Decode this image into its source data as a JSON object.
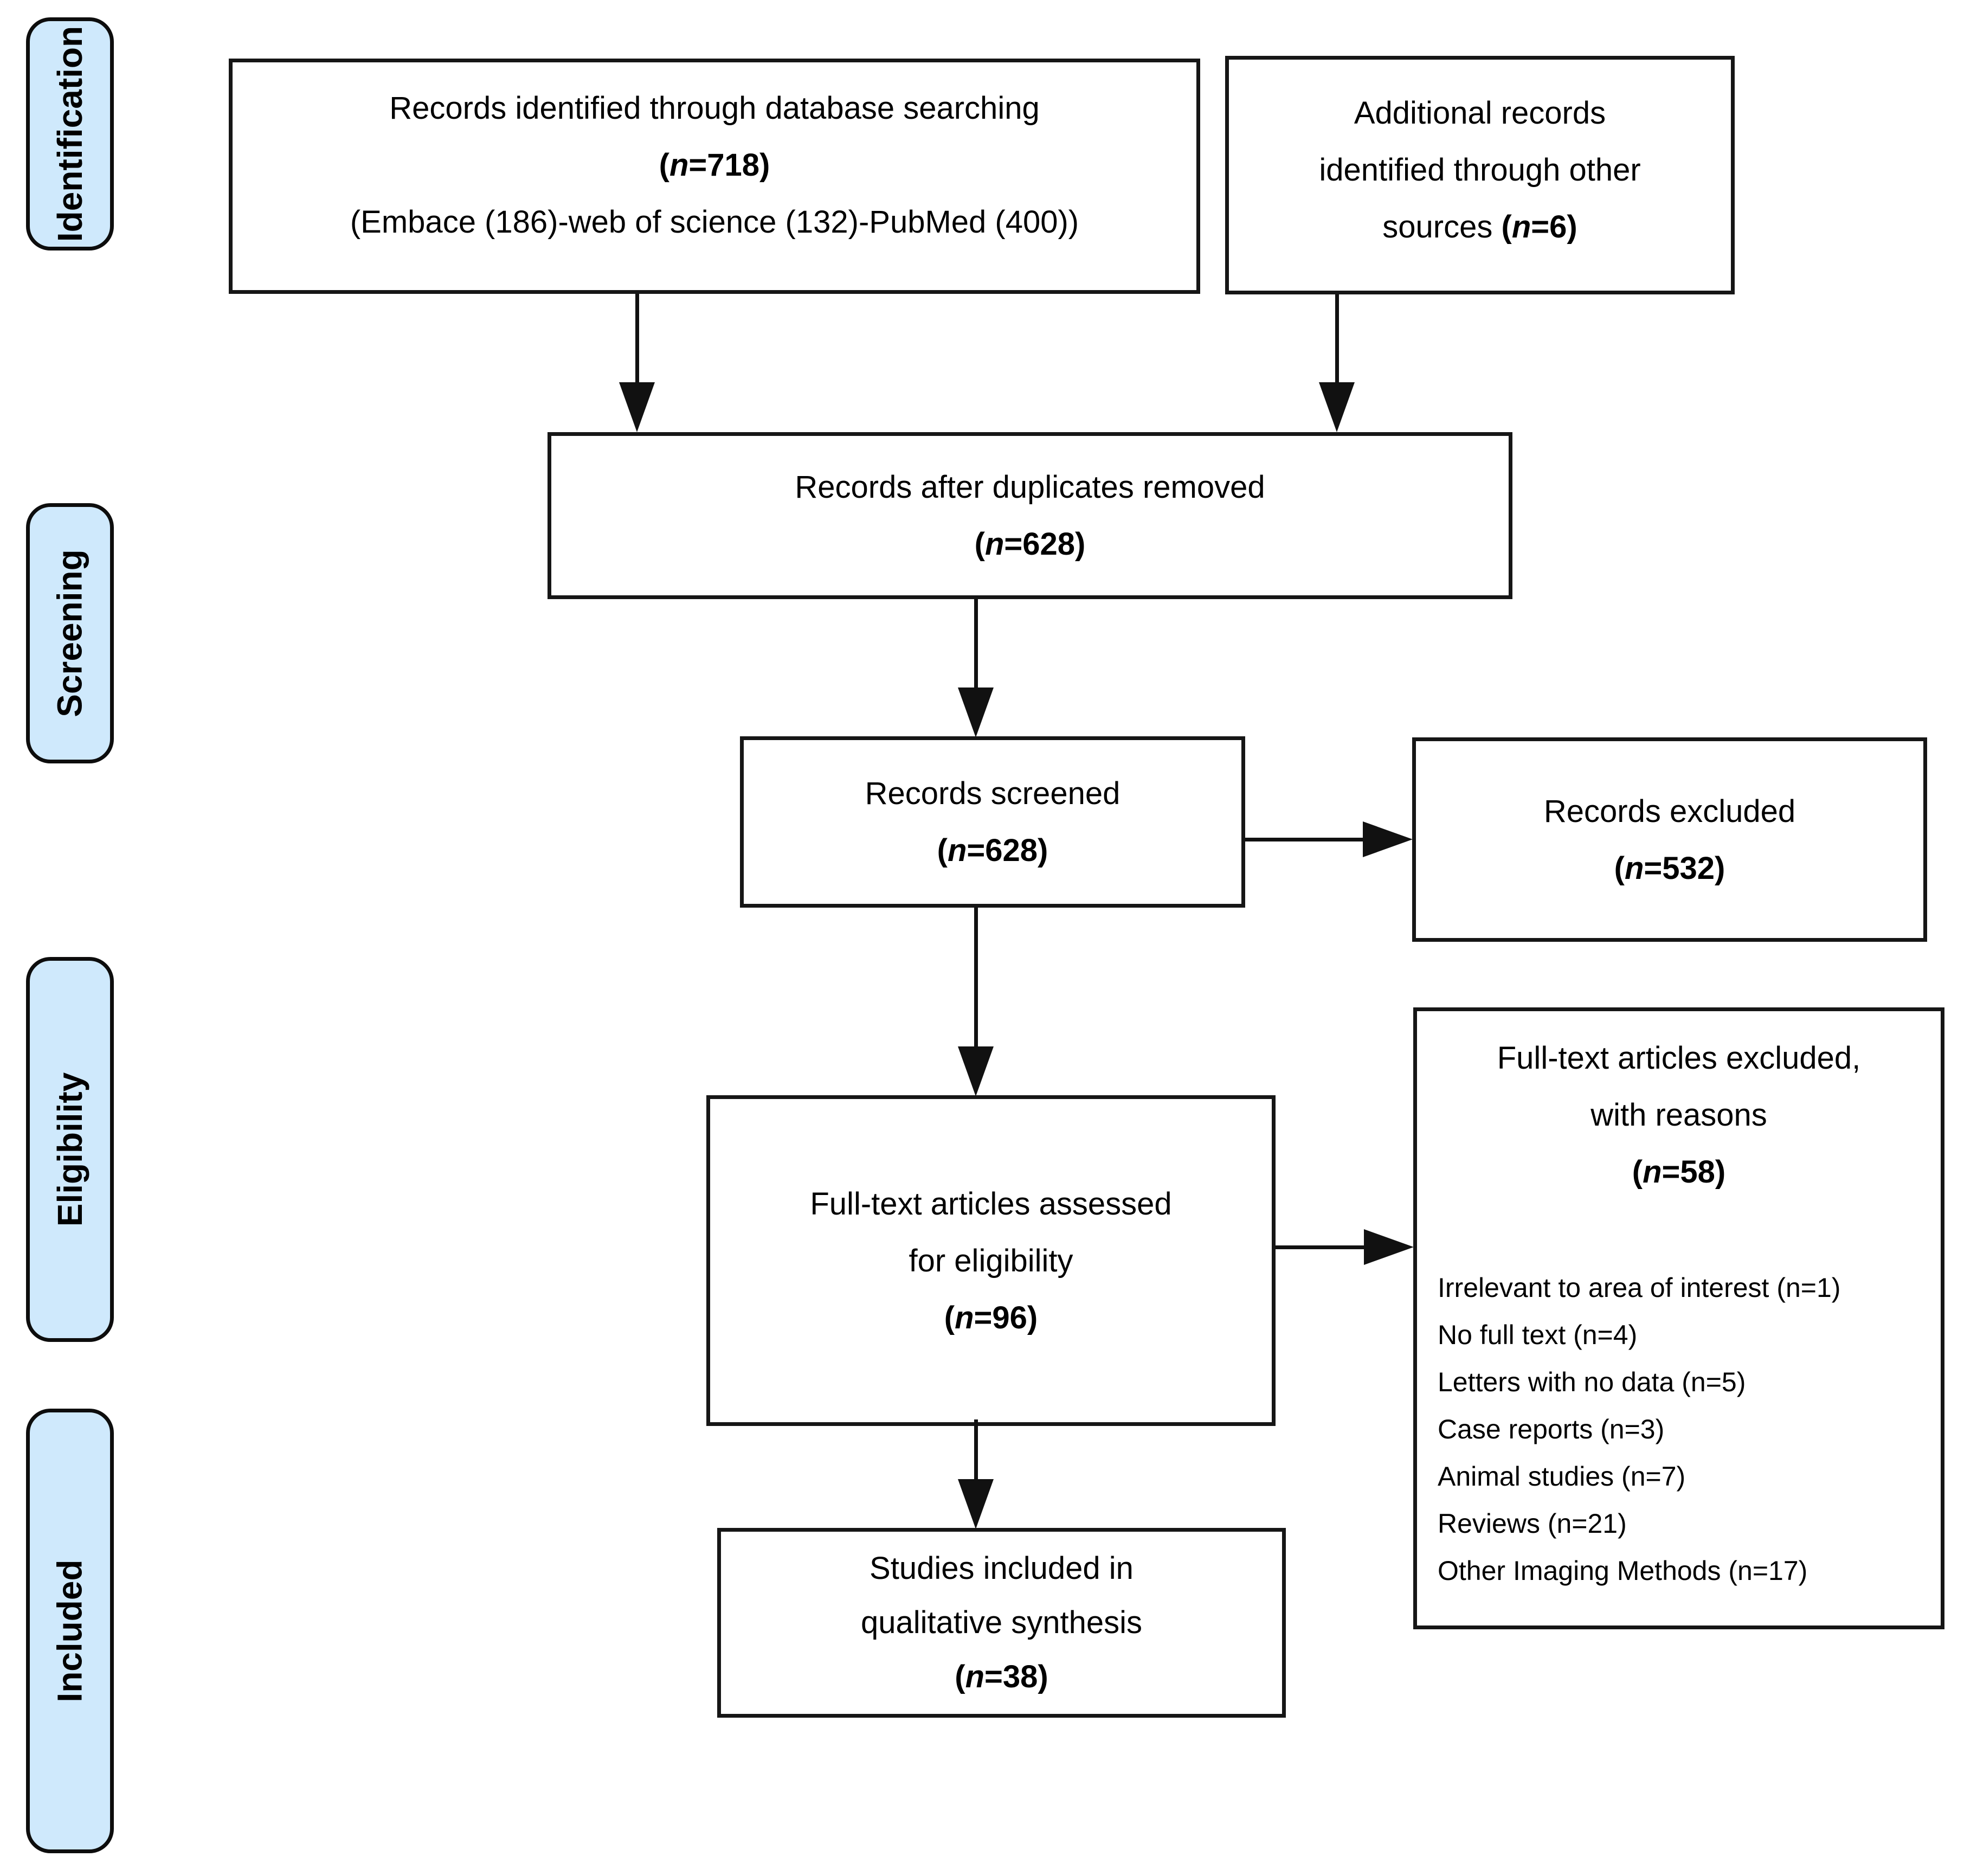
{
  "figure": {
    "kind": "PRISMA flow diagram"
  },
  "colors": {
    "sidebar_fill": "#cfe9fc",
    "box_border": "#161616",
    "arrow": "#111111",
    "text": "#000000",
    "background": "#ffffff"
  },
  "sidebar": {
    "labels": [
      "Identification",
      "Screening",
      "Eligibility",
      "Included"
    ]
  },
  "boxes": {
    "identified": {
      "line1": "Records identified through database searching",
      "n": "(n=718)",
      "detail": "(Embace (186)-web of science (132)-PubMed (400))"
    },
    "additional": {
      "line1": "Additional records",
      "line2": "identified through other",
      "line3": "sources ",
      "n": "(n=6)"
    },
    "duplicates": {
      "line1": "Records after duplicates removed",
      "n": "(n=628)"
    },
    "screened": {
      "line1": "Records screened",
      "n": "(n=628)"
    },
    "excluded": {
      "line1": "Records excluded",
      "n": "(n=532)"
    },
    "fulltext": {
      "line1": "Full-text articles assessed",
      "line2": "for eligibility",
      "n": "(n=96)"
    },
    "reasons": {
      "title1": "Full-text articles excluded,",
      "title2": "with reasons",
      "n": "(n=58)",
      "items": [
        "Irrelevant to area of interest (n=1)",
        "No full text (n=4)",
        "Letters with no data (n=5)",
        "Case reports (n=3)",
        "Animal studies (n=7)",
        "Reviews (n=21)",
        "Other Imaging Methods (n=17)"
      ]
    },
    "included": {
      "line1": "Studies included in",
      "line2": "qualitative synthesis",
      "n": "(n=38)"
    }
  }
}
